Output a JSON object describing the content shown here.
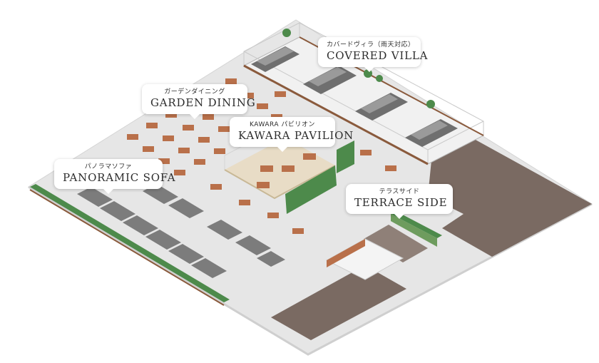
{
  "map": {
    "areas": [
      {
        "id": "covered-villa",
        "jp": "カバードヴィラ（雨天対応）",
        "en": "COVERED VILLA"
      },
      {
        "id": "garden-dining",
        "jp": "ガーデンダイニング",
        "en": "GARDEN DINING"
      },
      {
        "id": "kawara-pavilion",
        "jp": "KAWARA パビリオン",
        "en": "KAWARA PAVILION"
      },
      {
        "id": "panoramic-sofa",
        "jp": "パノラマソファ",
        "en": "PANORAMIC SOFA"
      },
      {
        "id": "terrace-side",
        "jp": "テラスサイド",
        "en": "TERRACE SIDE"
      }
    ],
    "colors": {
      "floor": "#e6e6e6",
      "floor_edge": "#d2d2d2",
      "deck": "#7a6a62",
      "deck_top": "#8f8078",
      "pavilion": "#e8dcc6",
      "table_wood": "#b9704a",
      "sofa": "#7c7c7c",
      "planter": "#8a5a3c",
      "greenery": "#4d8a4b"
    }
  }
}
